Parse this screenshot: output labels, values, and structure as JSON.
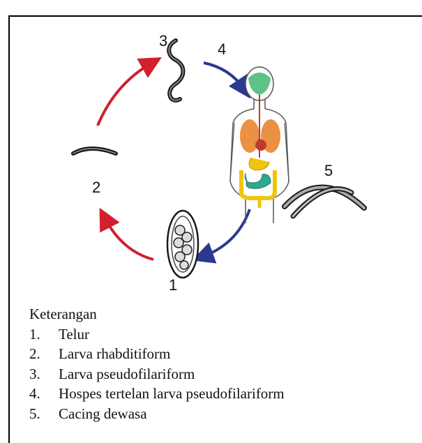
{
  "diagram": {
    "labels": {
      "stage1": "1",
      "stage2": "2",
      "stage3": "3",
      "stage4": "4",
      "stage5": "5"
    },
    "colors": {
      "red_arrow": "#d1202e",
      "blue_arrow": "#2b3990",
      "lung": "#e67e22",
      "heart": "#c0392b",
      "brain": "#27ae60",
      "intestine_small": "#16a085",
      "intestine_large": "#f1c40f"
    }
  },
  "legend": {
    "title": "Keterangan",
    "items": [
      {
        "num": "1.",
        "text": "Telur"
      },
      {
        "num": "2.",
        "text": "Larva rhabditiform"
      },
      {
        "num": "3.",
        "text": "Larva pseudofilariform"
      },
      {
        "num": "4.",
        "text": "Hospes tertelan larva pseudofilariform"
      },
      {
        "num": "5.",
        "text": "Cacing dewasa"
      }
    ]
  }
}
